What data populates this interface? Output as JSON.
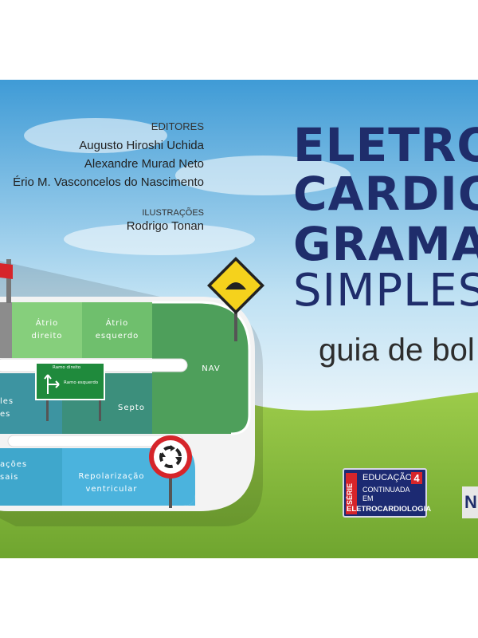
{
  "cover": {
    "editors_heading": "EDITORES",
    "editors": [
      "Augusto Hiroshi Uchida",
      "Alexandre Murad Neto",
      "Ério M. Vasconcelos do Nascimento"
    ],
    "illustrations_heading": "ILUSTRAÇÕES",
    "illustrator": "Rodrigo Tonan",
    "title_lines": [
      "ELETRO",
      "CARDIO",
      "GRAMA",
      "SIMPLES"
    ],
    "subtitle": "guia de bol",
    "road_labels": {
      "atrio_direito": [
        "Átrio",
        "direito"
      ],
      "atrio_esquerdo": [
        "Átrio",
        "esquerdo"
      ],
      "nav": "NAV",
      "septo": "Septo",
      "left_mid": [
        "les",
        "es"
      ],
      "left_low": [
        "ações",
        "sais"
      ],
      "repolarizacao": [
        "Repolarização",
        "ventricular"
      ]
    },
    "direction_sign": {
      "top": "Ramo direito",
      "bottom": "Ramo esquerdo"
    },
    "series_badge": {
      "serie": "SÉRIE",
      "line1": "EDUCAÇÃO",
      "number": "4",
      "line2": "CONTINUADA",
      "line3": "EM",
      "line4": "ELETROCARDIOLOGIA"
    },
    "publisher_fragment": "N"
  },
  "colors": {
    "title_blue": "#1f2d6b",
    "sky_top": "#3f9bd6",
    "grass": "#7fb83a",
    "road_green_light": "#7fc97a",
    "road_green_mid": "#5fae68",
    "road_green_dark": "#3f8f55",
    "road_teal": "#2d8fa0",
    "road_blue": "#4aaed7",
    "sign_yellow": "#f5d21c",
    "sign_red": "#d6252a"
  }
}
